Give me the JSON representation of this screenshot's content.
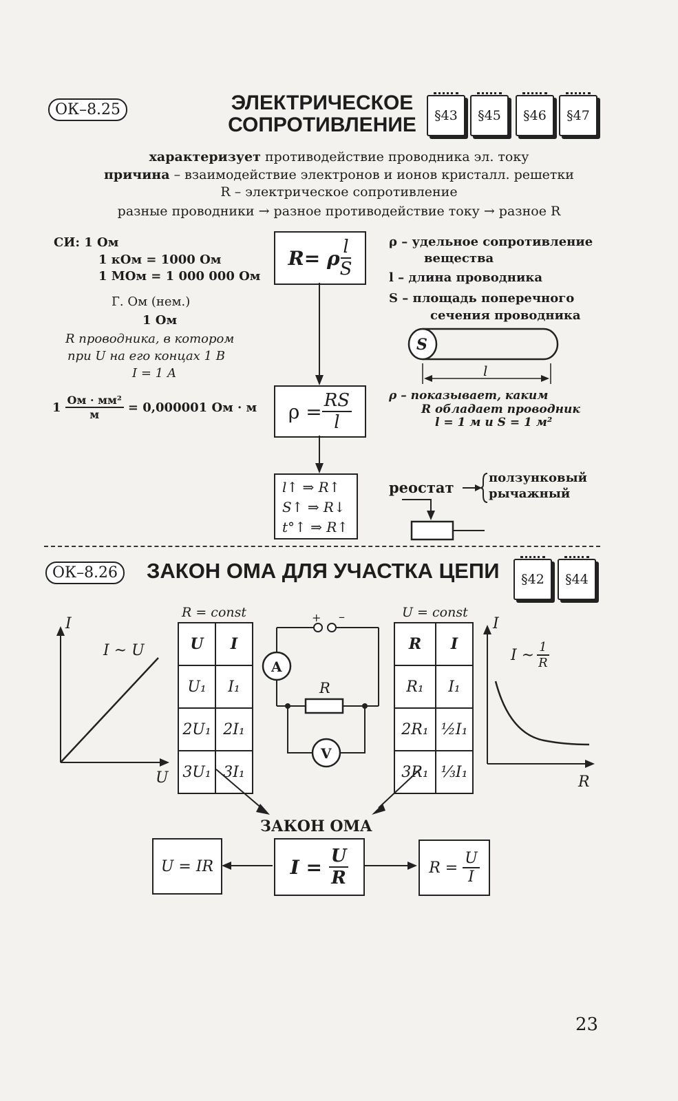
{
  "sec1": {
    "badge": "ОК–8.25",
    "title_line1": "ЭЛЕКТРИЧЕСКОЕ",
    "title_line2": "СОПРОТИВЛЕНИЕ",
    "refs": [
      "§43",
      "§45",
      "§46",
      "§47"
    ],
    "intro": [
      {
        "bold": "характеризует",
        "text": " противодействие проводника эл. току"
      },
      {
        "bold": "причина",
        "text": " – взаимодействие электронов и ионов кристалл. решетки"
      },
      {
        "bold": "",
        "text": "R – электрическое сопротивление"
      },
      {
        "bold": "",
        "text": "разные проводники → разное противодействие току → разное R"
      }
    ],
    "si": {
      "line1": "СИ: 1 Ом",
      "line2": "1 кОм = 1000 Ом",
      "line3": "1 МОм = 1 000 000 Ом",
      "person": "Г. Ом (нем.)",
      "unit": "1 Ом",
      "def1": "R проводника, в котором",
      "def2": "при U на его концах 1 В",
      "def3": "I = 1 А"
    },
    "conv": {
      "prefix": "1",
      "num": "Ом · мм²",
      "den": "м",
      "result": "= 0,000001 Ом · м"
    },
    "formula1": {
      "lhs": "R= ρ",
      "num": "l",
      "den": "S"
    },
    "formula2": {
      "lhs": "ρ =",
      "num": "RS",
      "den": "l"
    },
    "deps": [
      "l↑ ⇒ R↑",
      "S↑ ⇒ R↓",
      "t°↑ ⇒ R↑"
    ],
    "legend": {
      "rho1": "ρ – удельное сопротивление",
      "rho2": "вещества",
      "l": "l – длина проводника",
      "s1": "S – площадь поперечного",
      "s2": "сечения проводника",
      "cyl_s": "S",
      "cyl_l": "l"
    },
    "rho_note": {
      "line1": "ρ – показывает, каким",
      "line2": "R обладает проводник",
      "line3": "l = 1 м и S = 1 м²"
    },
    "rheostat": {
      "label": "реостат",
      "kind1": "ползунковый",
      "kind2": "рычажный"
    }
  },
  "sec2": {
    "badge": "ОК–8.26",
    "title": "ЗАКОН ОМА ДЛЯ УЧАСТКА ЦЕПИ",
    "refs": [
      "§42",
      "§44"
    ],
    "graph1": {
      "y": "I",
      "x": "U",
      "rel": "I ~ U"
    },
    "graph2": {
      "y": "I",
      "x": "R",
      "rel": "I ~",
      "num": "1",
      "den": "R"
    },
    "table1": {
      "caption": "R = const",
      "head": [
        "U",
        "I"
      ],
      "rows": [
        [
          "U₁",
          "I₁"
        ],
        [
          "2U₁",
          "2I₁"
        ],
        [
          "3U₁",
          "3I₁"
        ]
      ]
    },
    "table2": {
      "caption": "U = const",
      "head": [
        "R",
        "I"
      ],
      "rows": [
        [
          "R₁",
          "I₁"
        ],
        [
          "2R₁",
          "½I₁"
        ],
        [
          "3R₁",
          "⅓I₁"
        ]
      ]
    },
    "circuit": {
      "plus": "+",
      "minus": "–",
      "ammeter": "A",
      "voltmeter": "V",
      "resistor": "R"
    },
    "law_title": "ЗАКОН ОМА",
    "law_left": "U = IR",
    "law_center": {
      "lhs": "I =",
      "num": "U",
      "den": "R"
    },
    "law_right": {
      "lhs": "R =",
      "num": "U",
      "den": "I"
    }
  },
  "page_number": "23"
}
